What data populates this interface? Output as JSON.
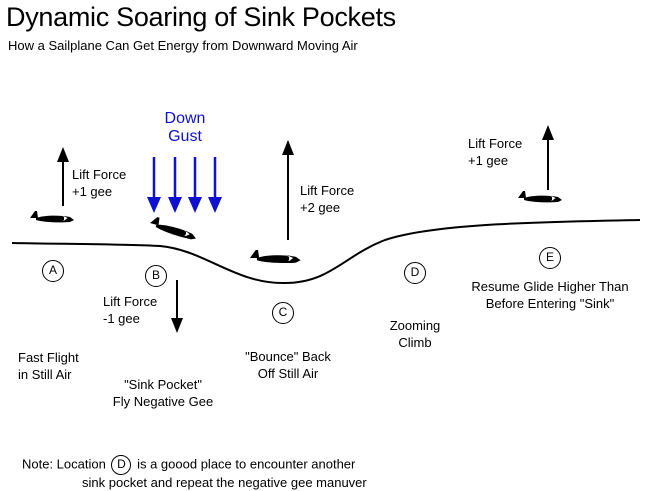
{
  "title": "Dynamic Soaring of Sink Pockets",
  "subtitle": "How a Sailplane Can Get Energy from Downward Moving Air",
  "gust_label": [
    "Down",
    "Gust"
  ],
  "lift_labels": {
    "a": [
      "Lift Force",
      "+1 gee"
    ],
    "b": [
      "Lift Force",
      "-1 gee"
    ],
    "c": [
      "Lift Force",
      "+2 gee"
    ],
    "e": [
      "Lift Force",
      "+1 gee"
    ]
  },
  "locations": [
    "A",
    "B",
    "C",
    "D",
    "E"
  ],
  "descriptions": {
    "a": [
      "Fast Flight",
      "in Still Air"
    ],
    "b": [
      "\"Sink Pocket\"",
      "Fly Negative Gee"
    ],
    "c": [
      "\"Bounce\" Back",
      "Off Still Air"
    ],
    "d": [
      "Zooming",
      "Climb"
    ],
    "e": [
      "Resume Glide Higher Than",
      "Before Entering \"Sink\""
    ]
  },
  "note": {
    "prefix": "Note:  Location",
    "location": "D",
    "line1_rest": "is a goood place to encounter another",
    "line2": "sink pocket and repeat the negative gee manuver"
  },
  "colors": {
    "gust_arrows": "#1010d0",
    "lines": "#000000"
  }
}
